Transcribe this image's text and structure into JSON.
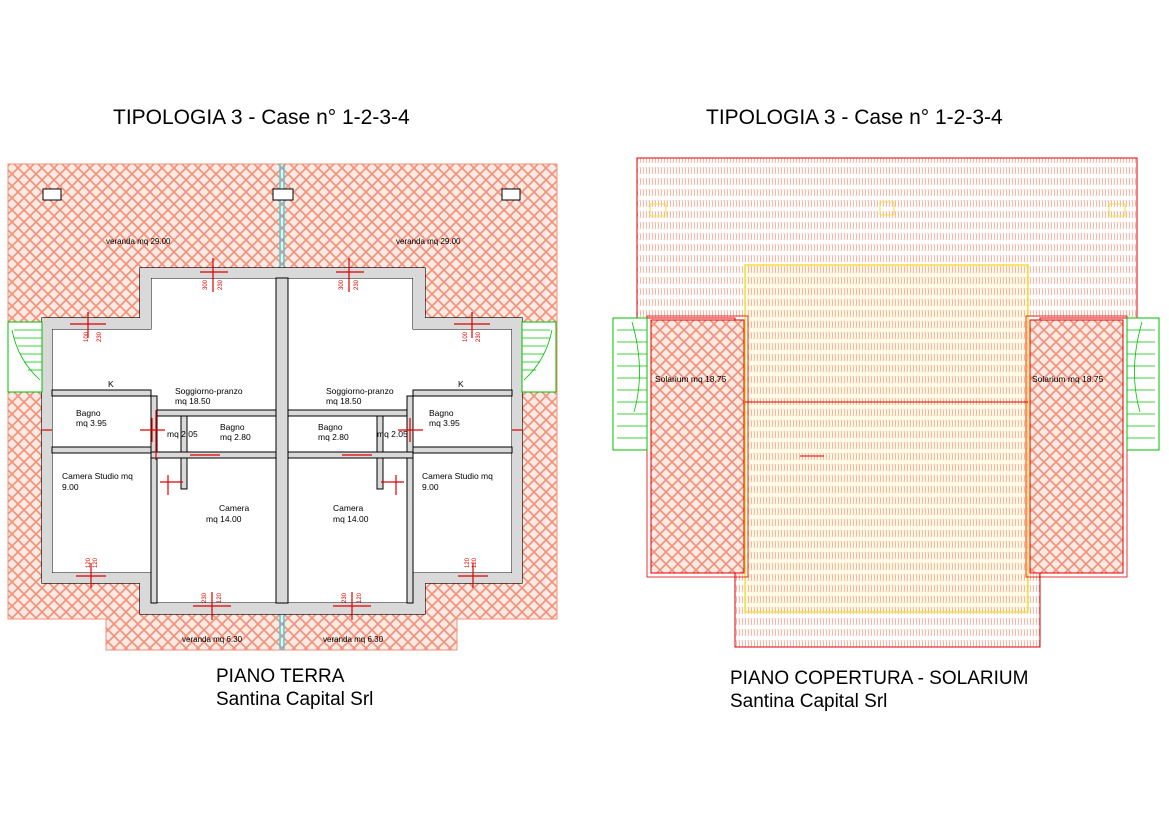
{
  "left_sheet": {
    "title": "TIPOLOGIA 3 - Case n° 1-2-3-4",
    "caption_line1": "PIANO TERRA",
    "caption_line2": "Santina Capital Srl",
    "veranda_top_left": "veranda mq 29.00",
    "veranda_top_right": "veranda mq 29.00",
    "veranda_bottom_left": "veranda mq 6.30",
    "veranda_bottom_right": "veranda mq 6.30",
    "kitchen_mark": "K",
    "soggiorno_label": "Soggiorno-pranzo",
    "soggiorno_area": "mq 18.50",
    "bagno_label": "Bagno",
    "bagno_small_area": "mq 2.80",
    "bagno_large_area": "mq 3.95",
    "corridor_area": "mq 2.05",
    "camera_studio_label": "Camera Studio mq",
    "camera_studio_area": "9.00",
    "camera_label": "Camera",
    "camera_area": "mq 14.00",
    "dim_300": "300",
    "dim_230": "230",
    "dim_100": "100",
    "dim_120": "120"
  },
  "right_sheet": {
    "title": "TIPOLOGIA 3 - Case n° 1-2-3-4",
    "caption_line1": "PIANO COPERTURA - SOLARIUM",
    "caption_line2": "Santina Capital Srl",
    "solarium_left": "Solarium   mq 18.75",
    "solarium_right": "Solarium   mq 18.75"
  },
  "colors": {
    "hatch": "#f2917a",
    "tile_stroke": "#f5a08a",
    "red_line": "#e00000",
    "stair_green": "#00c000",
    "yellow_outline": "#f0e040",
    "party_wall_cyan": "#40d0e0",
    "wall_grey": "#333333"
  }
}
